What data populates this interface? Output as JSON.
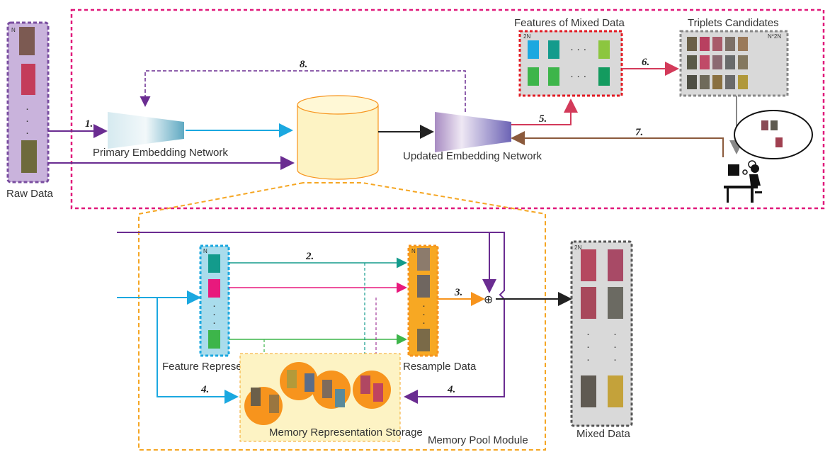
{
  "labels": {
    "raw_data": "Raw Data",
    "primary_network": "Primary Embedding Network",
    "updated_network": "Updated Embedding Network",
    "features_mixed": "Features of Mixed Data",
    "triplets": "Triplets Candidates",
    "feature_rep": "Feature Representation",
    "resample": "Resample Data",
    "memory_storage": "Memory Representation Storage",
    "memory_pool": "Memory Pool Module",
    "mixed_data": "Mixed Data"
  },
  "steps": {
    "s1": "1.",
    "s2": "2.",
    "s3": "3.",
    "s4a": "4.",
    "s4b": "4.",
    "s5": "5.",
    "s6": "6.",
    "s7": "7.",
    "s8": "8."
  },
  "count_labels": {
    "raw_n": "N",
    "feature_n": "N",
    "mixed_2n": "2N",
    "features_2n": "2N",
    "triplets_n2n": "N*2N"
  },
  "ellipsis": {
    "vertical": "·",
    "horizontal": "· · ·",
    "oplus": "⊕"
  },
  "colors": {
    "magenta_dash": "#e0187a",
    "orange_dash": "#f5a623",
    "purple": "#6a2c91",
    "blue": "#1ba8e0",
    "teal": "#139b8c",
    "pink": "#e8197d",
    "green": "#3db54a",
    "orange": "#f7941d",
    "brown": "#8b5a3c",
    "red_box": "#e21b23",
    "grey_box": "#888888"
  }
}
